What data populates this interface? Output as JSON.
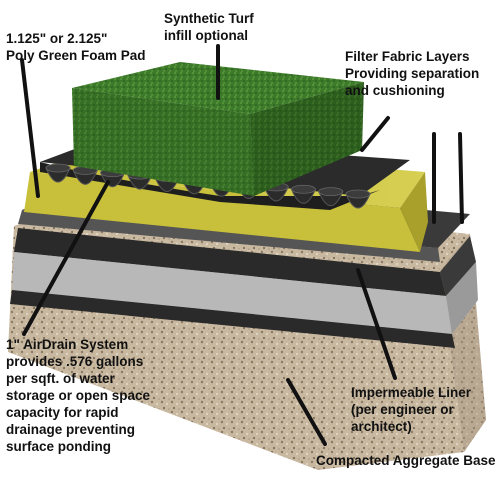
{
  "labels": {
    "foam_pad": [
      "1.125\" or 2.125\"",
      "Poly Green Foam Pad"
    ],
    "turf": [
      "Synthetic Turf",
      "infill optional"
    ],
    "filter_fabric": [
      "Filter Fabric Layers",
      "Providing separation",
      "and cushioning"
    ],
    "airdrain": [
      "1\" AirDrain System",
      "provides .576 gallons",
      "per sqft. of water",
      "storage or open space",
      "capacity for rapid",
      "drainage preventing",
      "surface ponding"
    ],
    "liner": [
      "Impermeable Liner",
      "(per engineer or",
      "architect)"
    ],
    "aggregate": [
      "Compacted Aggregate Base"
    ]
  },
  "colors": {
    "turf": "#3d7a2a",
    "foam_pad": "#c8c03a",
    "airdrain": "#2b2b2b",
    "liner_light": "#b8b8b8",
    "liner_dark": "#2a2a2a",
    "aggregate": "#c8b8a0",
    "leader_line": "#111111"
  }
}
